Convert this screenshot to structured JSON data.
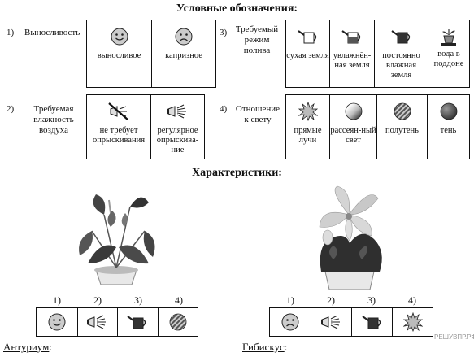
{
  "legend": {
    "title": "Условные обозначения:",
    "sections": [
      {
        "num": "1)",
        "label": "Выносливость",
        "items": [
          {
            "icon": "smiley-happy-icon",
            "caption": "выносливое"
          },
          {
            "icon": "smiley-sad-icon",
            "caption": "капризное"
          }
        ]
      },
      {
        "num": "2)",
        "label": "Требуемая влажность воздуха",
        "items": [
          {
            "icon": "no-spray-icon",
            "caption": "не требует опрыскивания"
          },
          {
            "icon": "spray-icon",
            "caption": "регулярное опрыскива-ние"
          }
        ]
      },
      {
        "num": "3)",
        "label": "Требуемый режим полива",
        "items": [
          {
            "icon": "watering-can-empty-icon",
            "caption": "сухая земля"
          },
          {
            "icon": "watering-can-half-icon",
            "caption": "увлажнён-ная земля"
          },
          {
            "icon": "watering-can-full-icon",
            "caption": "постоянно влажная земля"
          },
          {
            "icon": "pot-tray-icon",
            "caption": "вода в поддоне"
          }
        ]
      },
      {
        "num": "4)",
        "label": "Отношение к свету",
        "items": [
          {
            "icon": "direct-sun-icon",
            "caption": "прямые лучи"
          },
          {
            "icon": "diffused-light-icon",
            "caption": "рассеян-ный свет"
          },
          {
            "icon": "partial-shade-icon",
            "caption": "полутень"
          },
          {
            "icon": "shade-icon",
            "caption": "тень"
          }
        ]
      }
    ]
  },
  "characteristics": {
    "title": "Характеристики:",
    "column_numbers": [
      "1)",
      "2)",
      "3)",
      "4)"
    ],
    "plants": [
      {
        "name": "Антуриум",
        "suffix": ":",
        "icons": [
          "smiley-happy-icon",
          "spray-icon",
          "watering-can-full-icon",
          "partial-shade-icon"
        ]
      },
      {
        "name": "Гибискус",
        "suffix": ":",
        "icons": [
          "smiley-sad-icon",
          "spray-icon",
          "watering-can-full-icon",
          "direct-sun-icon"
        ]
      }
    ]
  },
  "watermark": "РЕШУВПР.РФ"
}
